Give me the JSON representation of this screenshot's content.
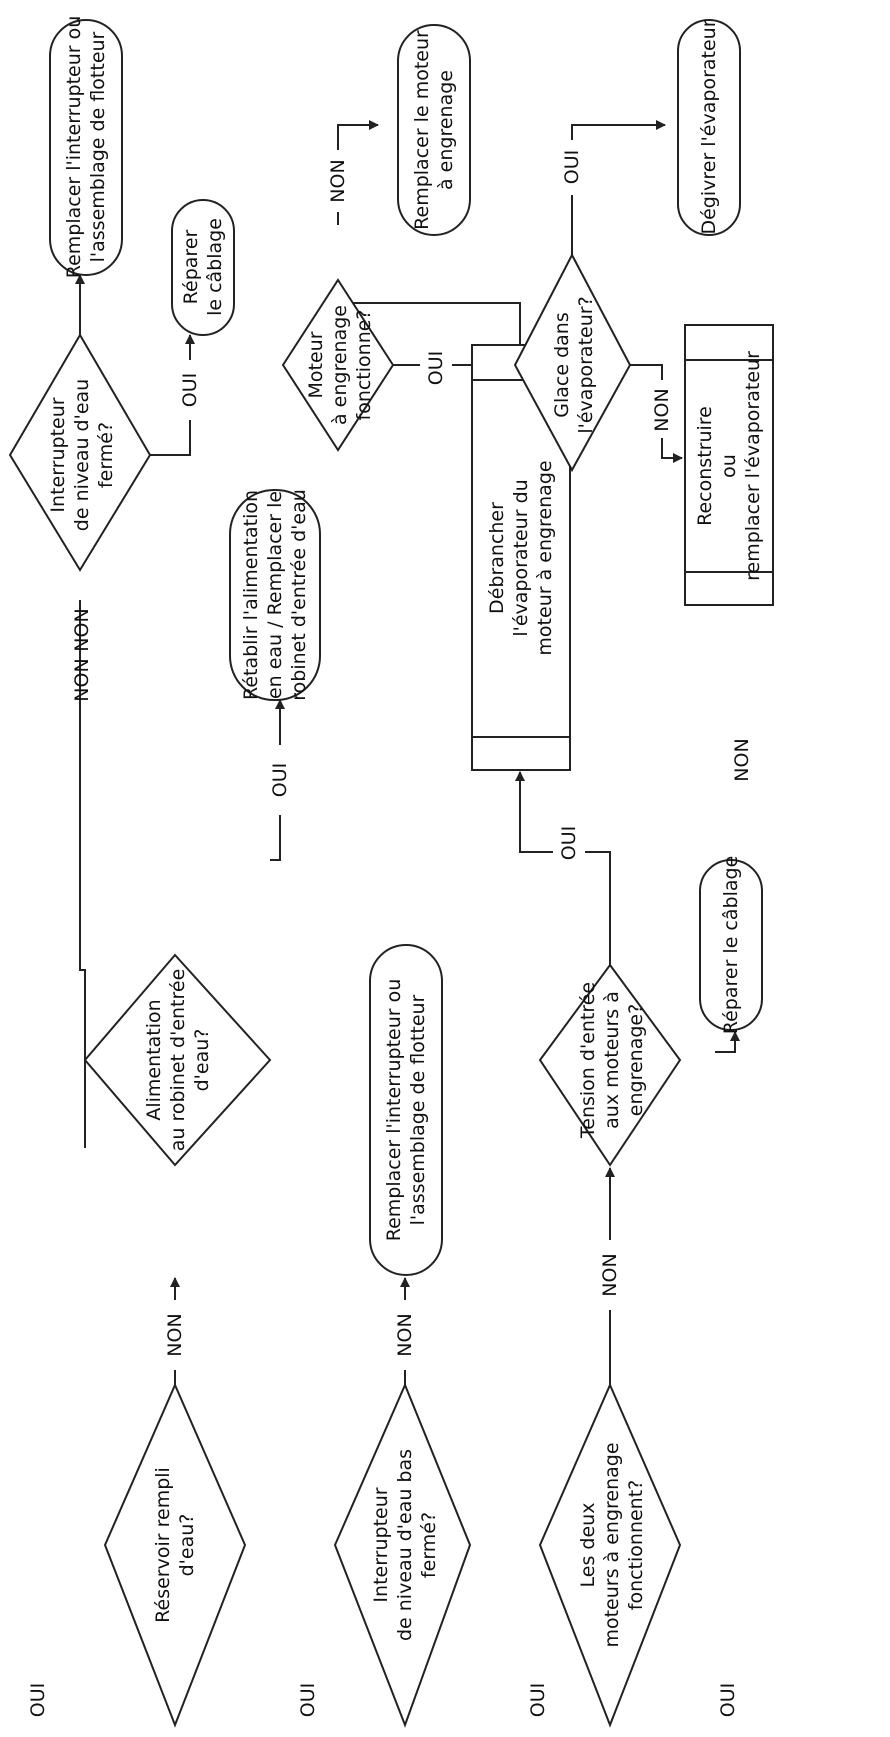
{
  "diagram": {
    "nodes": {
      "reservoir": {
        "lines": [
          "Réservoir rempli",
          "d'eau?"
        ]
      },
      "alimentation": {
        "lines": [
          "Alimentation",
          "au robinet d'entrée",
          "d'eau?"
        ]
      },
      "niveau_ferme": {
        "lines": [
          "Interrupteur",
          "de niveau d'eau",
          "fermé?"
        ]
      },
      "remplacer_top": {
        "lines": [
          "Remplacer l'interrupteur ou",
          "l'assemblage de flotteur"
        ]
      },
      "reparer_top": {
        "lines": [
          "Réparer",
          "le câblage"
        ]
      },
      "retablir": {
        "lines": [
          "Rétablir l'alimentation",
          "en eau / Remplacer le",
          "robinet d'entrée d'eau"
        ]
      },
      "niveau_bas": {
        "lines": [
          "Interrupteur",
          "de niveau d'eau bas",
          "fermé?"
        ]
      },
      "remplacer_mid": {
        "lines": [
          "Remplacer l'interrupteur ou",
          "l'assemblage de flotteur"
        ]
      },
      "deux_moteurs": {
        "lines": [
          "Les deux",
          "moteurs à engrenage",
          "fonctionnent?"
        ]
      },
      "tension": {
        "lines": [
          "Tension d'entrée",
          "aux moteurs à",
          "engrenage?"
        ]
      },
      "reparer_bottom": {
        "lines": [
          "Réparer le câblage"
        ]
      },
      "debrancher": {
        "lines": [
          "Débrancher",
          "l'évaporateur du",
          "moteur à engrenage"
        ]
      },
      "moteur_fonctionne": {
        "lines": [
          "Moteur",
          "à engrenage",
          "fonctionne?"
        ]
      },
      "remplacer_moteur": {
        "lines": [
          "Remplacer le moteur",
          "à engrenage"
        ]
      },
      "glace": {
        "lines": [
          "Glace dans",
          "l'évaporateur?"
        ]
      },
      "degivrer": {
        "lines": [
          "Dégivrer l'évaporateur"
        ]
      },
      "reconstruire": {
        "lines": [
          "Reconstruire",
          "ou",
          "remplacer l'évaporateur"
        ]
      }
    },
    "edge_labels": {
      "start_oui": "OUI",
      "res_non": "NON",
      "res_oui": "OUI",
      "alim_non_a": "NON",
      "alim_non_b": "NON",
      "alim_oui": "OUI",
      "niv_oui": "OUI",
      "bas_non": "NON",
      "bas_oui": "OUI",
      "deux_non": "NON",
      "deux_oui": "OUI",
      "tens_oui": "OUI",
      "tens_non": "NON",
      "mot_oui": "OUI",
      "mot_non": "NON",
      "glace_oui": "OUI",
      "glace_non": "NON"
    }
  }
}
